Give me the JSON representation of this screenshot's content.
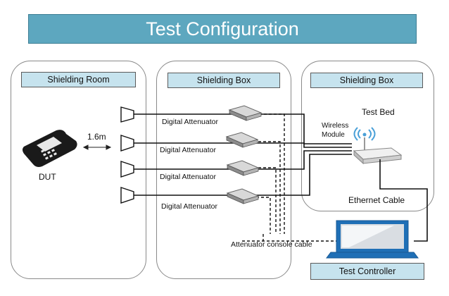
{
  "title": "Test Configuration",
  "panels": {
    "room": {
      "label": "Shielding Room"
    },
    "box1": {
      "label": "Shielding Box"
    },
    "box2": {
      "label": "Shielding Box"
    }
  },
  "labels": {
    "distance": "1.6m",
    "dut": "DUT",
    "attenuator": "Digital Attenuator",
    "test_bed": "Test Bed",
    "wireless_module": [
      "Wireless",
      "Module"
    ],
    "ethernet_cable": "Ethernet Cable",
    "console_cable": "Attenuator console cable",
    "test_controller": "Test Controller"
  },
  "colors": {
    "banner": "#5da7bf",
    "label_fill": "#c6e3ee",
    "laptop": "#1f6fb6",
    "wifi": "#4aa0d8"
  },
  "icons": [
    "payment-terminal-icon",
    "horn-antenna-icon",
    "attenuator-icon",
    "wireless-router-icon",
    "wifi-icon",
    "laptop-icon",
    "double-arrow-icon"
  ]
}
